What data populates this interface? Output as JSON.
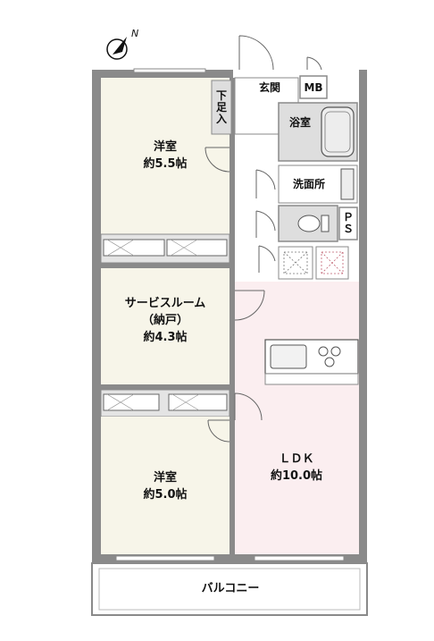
{
  "compass": {
    "label": "N"
  },
  "rooms": {
    "western_room_1": {
      "name": "洋室",
      "size": "約5.5帖"
    },
    "service_room": {
      "name": "サービスルーム",
      "note": "（納戸）",
      "size": "約4.3帖"
    },
    "western_room_2": {
      "name": "洋室",
      "size": "約5.0帖"
    },
    "ldk": {
      "name": "ＬＤＫ",
      "size": "約10.0帖"
    },
    "entrance": {
      "name": "玄関"
    },
    "shoe_box": {
      "name": "下足入"
    },
    "meter_box": {
      "name": "MB"
    },
    "bathroom": {
      "name": "浴室"
    },
    "washroom": {
      "name": "洗面所"
    },
    "pipe_space": {
      "name": "ＰＳ"
    },
    "balcony": {
      "name": "バルコニー"
    }
  },
  "colors": {
    "western_room": "#f7f5e9",
    "ldk": "#fbeef0",
    "wet_area": "#dedede",
    "wall": "#8a8a8a",
    "closet": "#e4e4e4"
  }
}
